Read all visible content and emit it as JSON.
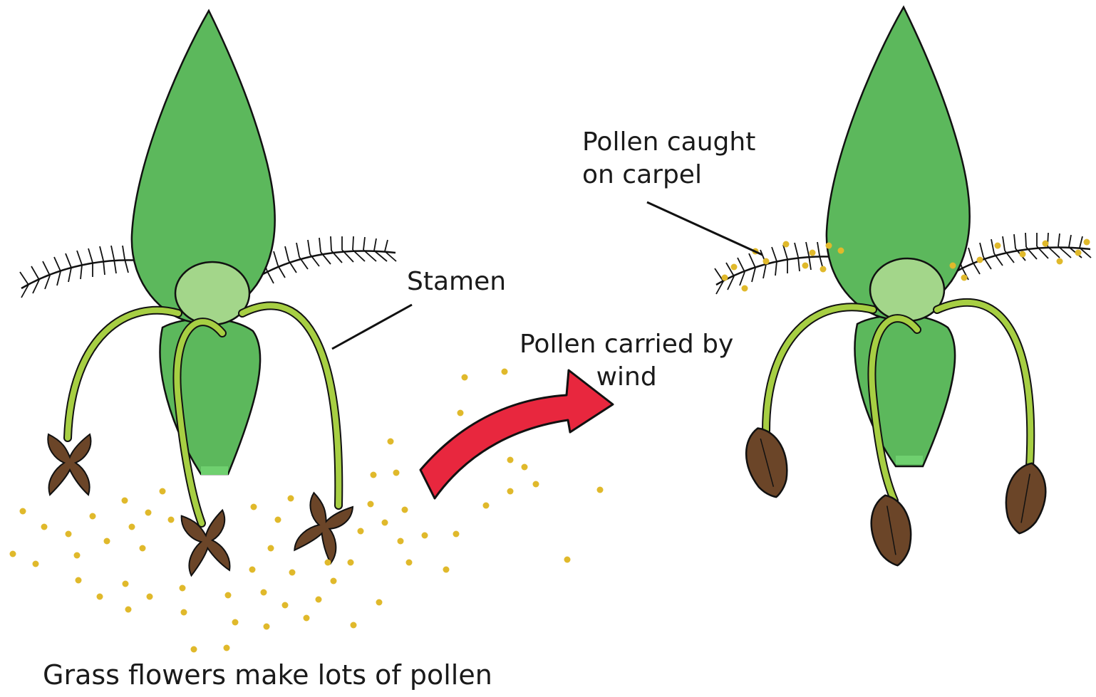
{
  "labels": {
    "stamen": "Stamen",
    "wind_line1": "Pollen carried by",
    "wind_line2": "wind",
    "caught_line1": "Pollen caught",
    "caught_line2": "on carpel",
    "bottom": "Grass flowers make lots of pollen"
  },
  "colors": {
    "petal": "#5cb85c",
    "petal_light": "#76c35b",
    "ovary": "#a3d68a",
    "filament": "#a7cf43",
    "anther": "#6b4528",
    "pollen": "#e0b92b",
    "arrow": "#e8273e",
    "outline": "#111111"
  }
}
